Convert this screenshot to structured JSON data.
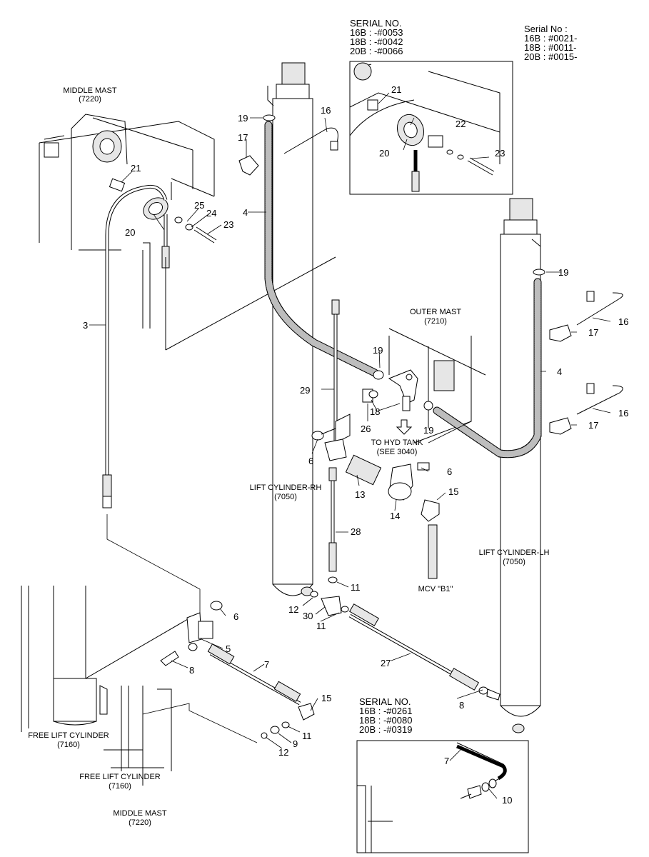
{
  "serial_blocks": {
    "top_center": {
      "title": "SERIAL NO.",
      "lines": [
        "16B : -#0053",
        "18B : -#0042",
        "20B : -#0066"
      ]
    },
    "top_right": {
      "title": "Serial No :",
      "lines": [
        "16B : #0021-",
        "18B : #0011-",
        "20B : #0015-"
      ]
    },
    "bottom_right": {
      "title": "SERIAL NO.",
      "lines": [
        "16B : -#0261",
        "18B : -#0080",
        "20B : -#0319"
      ]
    }
  },
  "assembly_labels": {
    "middle_mast_top": [
      "MIDDLE MAST",
      "(7220)"
    ],
    "outer_mast": [
      "OUTER MAST",
      "(7210)"
    ],
    "lift_cylinder_rh": [
      "LIFT CYLINDER-RH",
      "(7050)"
    ],
    "lift_cylinder_lh": [
      "LIFT CYLINDER-LH",
      "(7050)"
    ],
    "to_hyd_tank": [
      "TO HYD TANK",
      "(SEE 3040)"
    ],
    "mcv": "MCV \"B1\"",
    "free_lift_cylinder_left": [
      "FREE LIFT CYLINDER",
      "(7160)"
    ],
    "free_lift_cylinder_mid": [
      "FREE LIFT CYLINDER",
      "(7160)"
    ],
    "middle_mast_bottom": [
      "MIDDLE MAST",
      "(7220)"
    ]
  },
  "part_numbers": {
    "p3": "3",
    "p4_left": "4",
    "p4_right": "4",
    "p5": "5",
    "p6_a": "6",
    "p6_b": "6",
    "p6_c": "6",
    "p7": "7",
    "p7_inset": "7",
    "p8_a": "8",
    "p8_b": "8",
    "p9": "9",
    "p10": "10",
    "p11_a": "11",
    "p11_b": "11",
    "p11_c": "11",
    "p12_a": "12",
    "p12_b": "12",
    "p13": "13",
    "p14": "14",
    "p15_a": "15",
    "p15_b": "15",
    "p16_a": "16",
    "p16_b": "16",
    "p16_c": "16",
    "p17_a": "17",
    "p17_b": "17",
    "p17_c": "17",
    "p18": "18",
    "p19_a": "19",
    "p19_b": "19",
    "p19_c": "19",
    "p19_d": "19",
    "p20_a": "20",
    "p20_b": "20",
    "p21_a": "21",
    "p21_b": "21",
    "p22": "22",
    "p23_a": "23",
    "p23_b": "23",
    "p24": "24",
    "p25": "25",
    "p26": "26",
    "p27": "27",
    "p28": "28",
    "p29": "29",
    "p30": "30"
  },
  "colors": {
    "line": "#000000",
    "background": "#ffffff",
    "hose_fill": "#bdbdbd",
    "part_shade": "#e6e6e6"
  }
}
